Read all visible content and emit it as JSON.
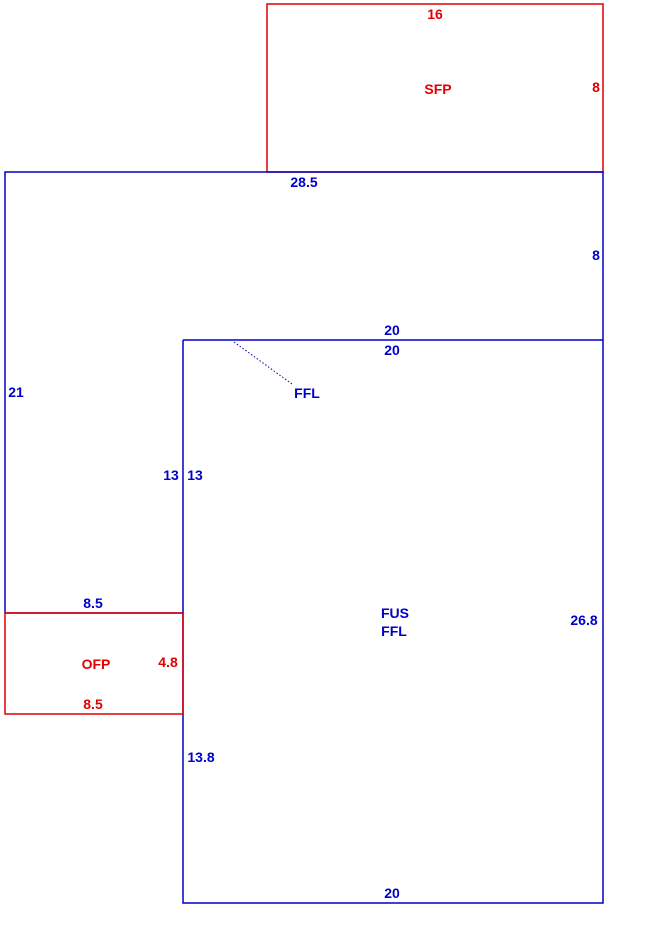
{
  "colors": {
    "living_area": "#0000c8",
    "porch": "#e00000",
    "background": "#ffffff"
  },
  "areas": {
    "sfp": {
      "label": "SFP",
      "top": "16",
      "right": "8"
    },
    "upper": {
      "top": "28.5",
      "right": "8",
      "bottom": "20",
      "left": "21"
    },
    "ffl_callout": {
      "label": "FFL"
    },
    "main": {
      "label_line1": "FUS",
      "label_line2": "FFL",
      "top": "20",
      "right": "26.8",
      "bottom": "20",
      "left_upper_outer": "13",
      "left_upper_inner": "13",
      "left_lower": "13.8"
    },
    "ofp": {
      "label": "OFP",
      "top": "8.5",
      "right": "4.8",
      "bottom": "8.5"
    }
  }
}
